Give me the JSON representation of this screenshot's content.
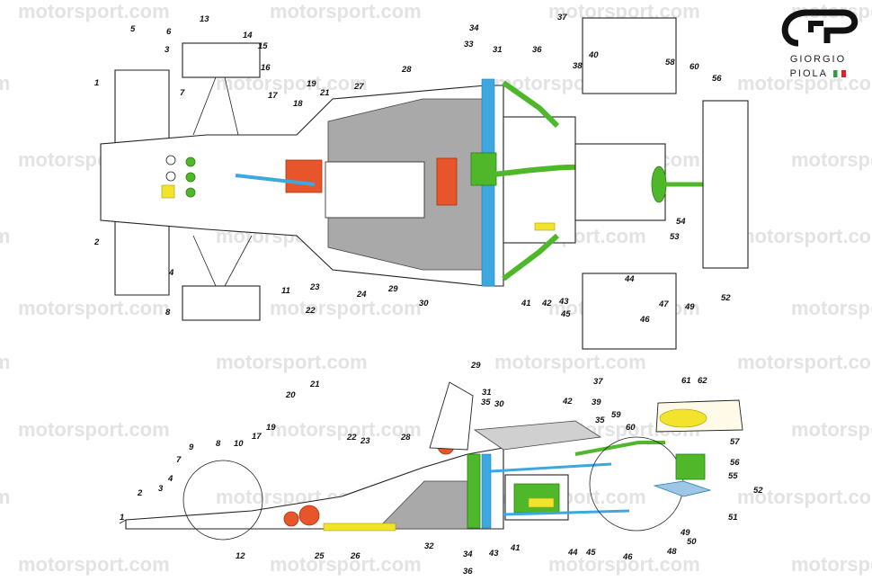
{
  "watermark_text": "motorsport.com",
  "watermark_short": ".com",
  "watermark_partial": "motorsport",
  "logo": {
    "line1": "GIORGIO",
    "line2": "PIOLA",
    "flag_colors": [
      "#2e9e3f",
      "#ffffff",
      "#d7262b"
    ]
  },
  "colors": {
    "grey": "#a9a9a9",
    "green": "#4fb82a",
    "blue": "#3ea7e0",
    "orange": "#e8552a",
    "yellow": "#f2e42c"
  },
  "top_view_callouts": [
    "1",
    "2",
    "3",
    "4",
    "5",
    "6",
    "7",
    "8",
    "11",
    "13",
    "14",
    "15",
    "16",
    "17",
    "18",
    "19",
    "21",
    "22",
    "23",
    "24",
    "27",
    "28",
    "29",
    "30",
    "31",
    "33",
    "34",
    "36",
    "37",
    "38",
    "40",
    "41",
    "42",
    "43",
    "44",
    "45",
    "46",
    "47",
    "49",
    "52",
    "53",
    "54",
    "56",
    "58",
    "60"
  ],
  "side_view_callouts": [
    "1",
    "2",
    "3",
    "4",
    "7",
    "8",
    "9",
    "10",
    "12",
    "17",
    "19",
    "20",
    "21",
    "22",
    "23",
    "25",
    "26",
    "28",
    "29",
    "30",
    "31",
    "32",
    "34",
    "35",
    "35",
    "36",
    "37",
    "39",
    "41",
    "42",
    "43",
    "44",
    "45",
    "46",
    "48",
    "49",
    "50",
    "51",
    "52",
    "55",
    "56",
    "57",
    "59",
    "60",
    "61",
    "62"
  ]
}
